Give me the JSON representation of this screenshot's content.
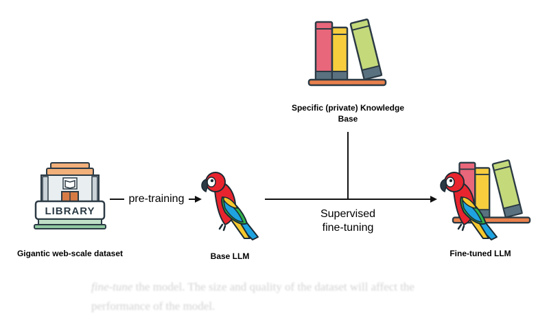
{
  "nodes": {
    "dataset": {
      "label": "Gigantic web-scale dataset",
      "icon": "library-building-icon",
      "sign_text": "LIBRARY"
    },
    "base_llm": {
      "label": "Base LLM",
      "icon": "parrot-icon"
    },
    "knowledge": {
      "label_line1": "Specific (private) Knowledge",
      "label_line2": "Base",
      "icon": "books-icon"
    },
    "finetuned": {
      "label": "Fine-tuned LLM",
      "icon": "parrot-with-books-icon"
    }
  },
  "edges": {
    "pretraining": {
      "label": "pre-training"
    },
    "finetuning": {
      "label_line1": "Supervised",
      "label_line2": "fine-tuning"
    }
  },
  "background_text": {
    "emph": "fine-tune",
    "line1_rest": " the model. The size and quality of the dataset will affect the",
    "line2": "performance of the model."
  },
  "colors": {
    "line": "#111111",
    "book_pink": "#e8677a",
    "book_yellow": "#f7cd3e",
    "book_green": "#c4d97a",
    "book_base": "#5a7280",
    "shelf": "#e8804c",
    "parrot_red": "#e8252e",
    "parrot_yellow": "#f7c82c",
    "parrot_green": "#31b34a",
    "parrot_blue": "#1fa3e0",
    "library_roof": "#f2b07a",
    "library_wall": "#e9eef0",
    "library_outline": "#2b3a44"
  }
}
